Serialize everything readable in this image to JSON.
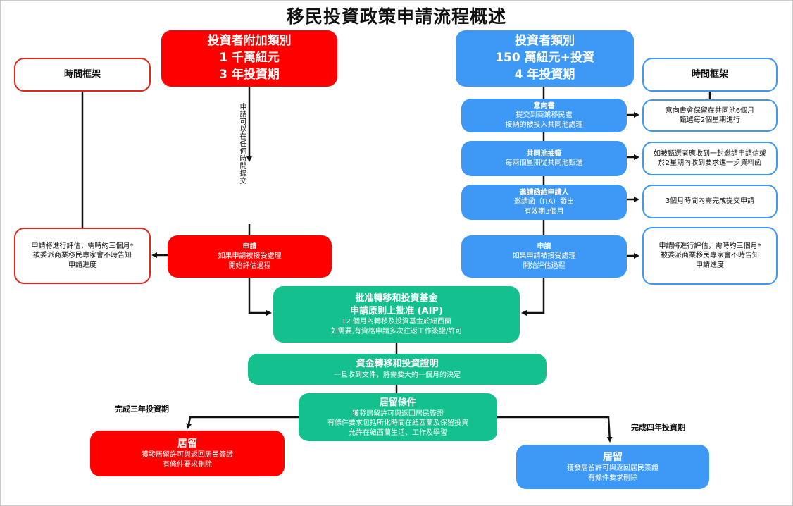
{
  "title": "移民投資政策申請流程概述",
  "left": {
    "header": [
      "投資者附加類別",
      "1 千萬紐元",
      "3 年投資期"
    ],
    "timeframe": "時間框架",
    "vertical_note": "申請可以在任何時間提交",
    "apply": [
      "申請",
      "如果申請被接受處理",
      "開始評估過程"
    ],
    "apply_side": [
      "申請將進行評估，需時約三個月*",
      "被委派商業移民專家會不時告知",
      "申請進度"
    ],
    "complete_label": "完成三年投資期",
    "residence": [
      "居留",
      "獲發居留許可與返回居民簽證",
      "有條件要求刪除"
    ]
  },
  "right": {
    "header": [
      "投資者類別",
      "150 萬紐元+投資",
      "4 年投資期"
    ],
    "timeframe": "時間框架",
    "eoi": [
      "意向書",
      "提交到商業移民處",
      "接納的被投入共同池處理"
    ],
    "eoi_side": [
      "意向書會保留在共同池6個月",
      "甄選每2個星期進行"
    ],
    "pool": [
      "共同池抽簽",
      "每兩個星期從共同池甄選"
    ],
    "pool_side": [
      "如被甄選者應收到一封邀請申請信或",
      "於2星期內收到要求進一步資料函"
    ],
    "ita": [
      "邀請函給申請人",
      "邀請函（ITA）發出",
      "有效期3個月"
    ],
    "ita_side": "3個月時間內需完成提交申請",
    "apply": [
      "申請",
      "如果申請被接受處理",
      "開始評估過程"
    ],
    "apply_side": [
      "申請將進行評估，需時約三個月*",
      "被委派商業移民專家會不時告知",
      "申請進度"
    ],
    "complete_label": "完成四年投資期",
    "residence": [
      "居留",
      "獲發居留許可與返回居民簽證",
      "有條件要求刪除"
    ]
  },
  "center": {
    "aip": [
      "批准轉移和投資基金",
      "申請原則上批准 (AIP)",
      "12 個月內轉移及投資基金於紐西蘭",
      "如需要,有資格申請多次往返工作簽證/許可"
    ],
    "funds": [
      "資金轉移和投資證明",
      "一旦收到文件，將需要大約一個月的決定"
    ],
    "conditions": [
      "居留條件",
      "獲發居留許可與返回居民簽證",
      "有條件要求包括所化時間在紐西蘭及保留投資",
      "允許在紐西蘭生活、工作及學習"
    ]
  },
  "colors": {
    "red": "#ff0000",
    "blue": "#3d99f5",
    "green": "#14c08d",
    "line": "#111111"
  }
}
